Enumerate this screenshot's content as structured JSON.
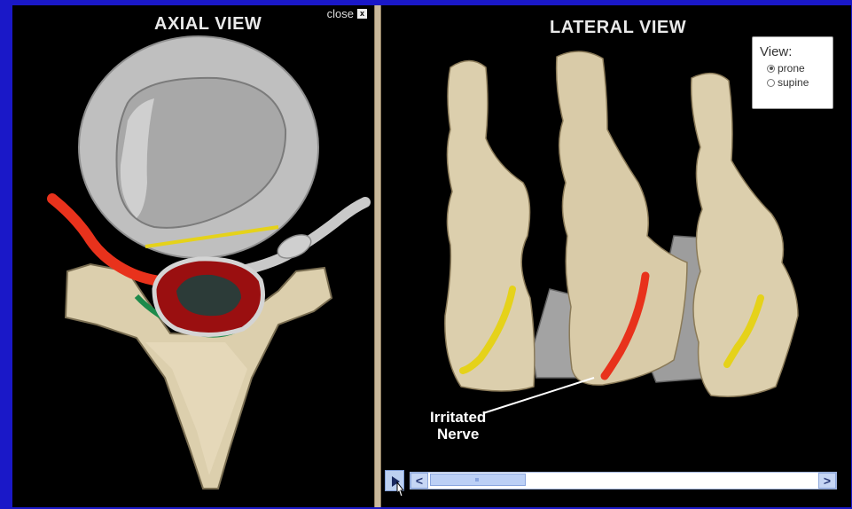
{
  "axial": {
    "title": "AXIAL VIEW",
    "close_label": "close",
    "close_icon_glyph": "x"
  },
  "lateral": {
    "title": "LATERAL VIEW",
    "view_label": "View:",
    "options": [
      {
        "label": "prone",
        "selected": true
      },
      {
        "label": "supine",
        "selected": false
      }
    ],
    "callout_line1": "Irritated",
    "callout_line2": "Nerve"
  },
  "scrollbar": {
    "left_arrow": "<",
    "right_arrow": ">"
  },
  "colors": {
    "frame": "#1a18c8",
    "bone": "#dccfad",
    "nerve_irritated": "#e8321c",
    "nerve_normal": "#e5d21a",
    "disc_gray": "#b9b9b9",
    "dura_green": "#1d8a4b"
  }
}
